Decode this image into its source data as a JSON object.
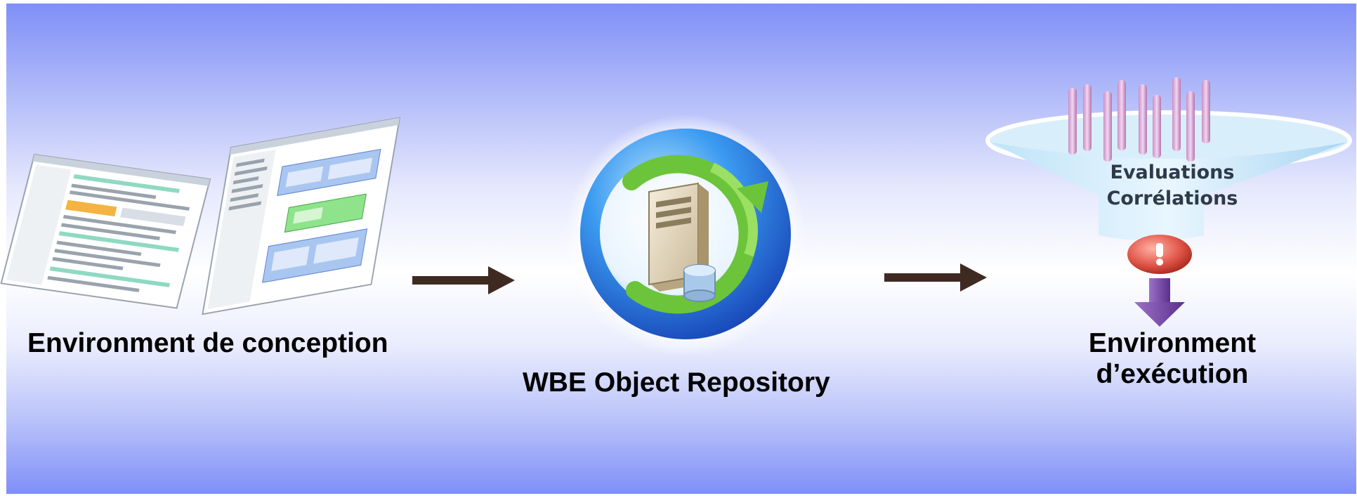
{
  "stages": [
    {
      "label": "Environment de conception",
      "icon": "editor-screenshots-icon"
    },
    {
      "label": "WBE Object Repository",
      "icon": "server-database-icon"
    },
    {
      "label": "Environment d’exécution",
      "icon": "funnel-icon",
      "funnel_lines": [
        "Evaluations",
        "Corrélations"
      ]
    }
  ],
  "colors": {
    "background_edge": "#7f8ff8",
    "arrow": "#3f2a22",
    "ring_green": "#6cc43a",
    "alert_red": "#d23a2e",
    "output_arrow": "#7a4fa8"
  }
}
